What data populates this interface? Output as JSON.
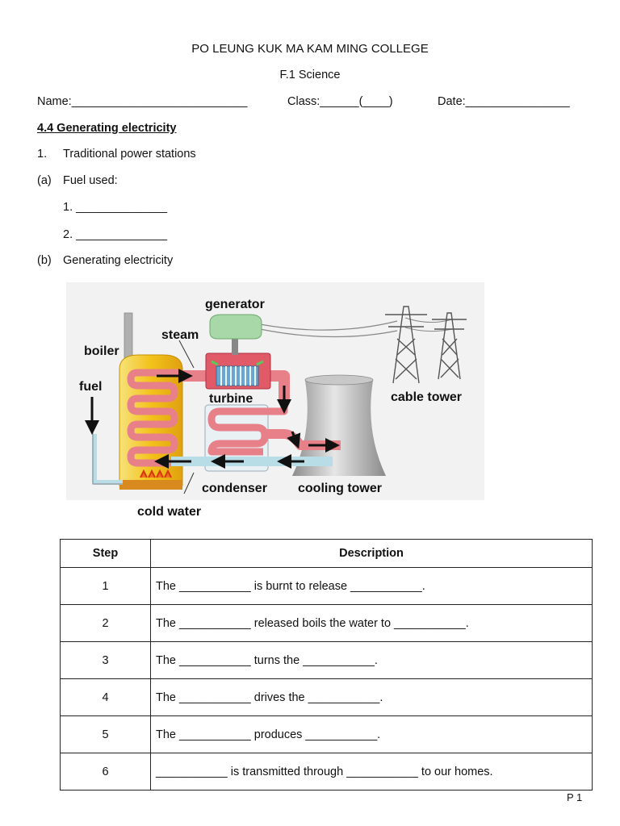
{
  "header": {
    "school": "PO LEUNG KUK MA KAM MING COLLEGE",
    "subject": "F.1 Science",
    "name_field": "Name:___________________________",
    "class_field": "Class:______(____)",
    "date_field": "Date:________________"
  },
  "section": {
    "title": "4.4  Generating electricity",
    "q1": {
      "num": "1.",
      "text": "Traditional power stations"
    },
    "qa": {
      "num": "(a)",
      "text": "Fuel used:"
    },
    "fuel_blanks": [
      "1. ______________",
      "2. ______________"
    ],
    "qb": {
      "num": "(b)",
      "text": "Generating electricity"
    }
  },
  "diagram": {
    "labels": {
      "generator": "generator",
      "steam": "steam",
      "boiler": "boiler",
      "fuel": "fuel",
      "turbine": "turbine",
      "cable_tower": "cable tower",
      "condenser": "condenser",
      "cooling_tower": "cooling tower",
      "cold_water": "cold water"
    },
    "colors": {
      "steam_pipe": "#e8808a",
      "water_pipe": "#b8dde6",
      "boiler": "#f3c21a",
      "generator": "#a8d8a8",
      "turbine": "#6aa6d0",
      "tower": "#9a9a9a"
    }
  },
  "table": {
    "headers": {
      "step": "Step",
      "description": "Description"
    },
    "rows": [
      {
        "step": "1",
        "desc": "The ___________ is burnt to release ___________."
      },
      {
        "step": "2",
        "desc": "The ___________ released boils the water to ___________."
      },
      {
        "step": "3",
        "desc": "The ___________ turns the ___________."
      },
      {
        "step": "4",
        "desc": "The ___________ drives the ___________."
      },
      {
        "step": "5",
        "desc": "The ___________ produces ___________."
      },
      {
        "step": "6",
        "desc": "___________ is transmitted through ___________ to our homes."
      }
    ]
  },
  "footer": {
    "page": "P 1"
  }
}
